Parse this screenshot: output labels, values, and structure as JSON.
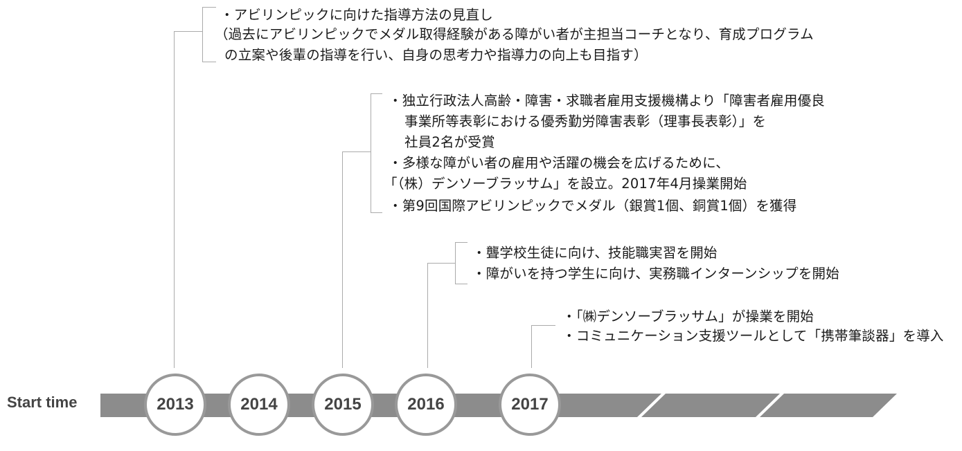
{
  "timeline": {
    "start_label": "Start time",
    "years": [
      "2013",
      "2014",
      "2015",
      "2016",
      "2017"
    ],
    "bar_color": "#8c8c8c",
    "circle_border_color": "#999999"
  },
  "events": {
    "y2013": [
      "・アビリンピックに向けた指導方法の見直し",
      "（過去にアビリンピックでメダル取得経験がある障がい者が主担当コーチとなり、育成プログラム",
      "の立案や後輩の指導を行い、自身の思考力や指導力の向上も目指す）"
    ],
    "y2015": [
      "・独立行政法人高齢・障害・求職者雇用支援機構より「障害者雇用優良",
      "事業所等表彰における優秀勤労障害表彰（理事長表彰）」を",
      "社員2名が受賞",
      "・多様な障がい者の雇用や活躍の機会を広げるために、",
      "「（株）デンソーブラッサム」を設立。2017年4月操業開始",
      "・第9回国際アビリンピックでメダル（銀賞1個、銅賞1個）を獲得"
    ],
    "y2016": [
      "・聾学校生徒に向け、技能職実習を開始",
      "・障がいを持つ学生に向け、実務職インターンシップを開始"
    ],
    "y2017": [
      "・「㈱デンソーブラッサム」が操業を開始",
      "・コミュニケーション支援ツールとして「携帯筆談器」を導入"
    ]
  }
}
